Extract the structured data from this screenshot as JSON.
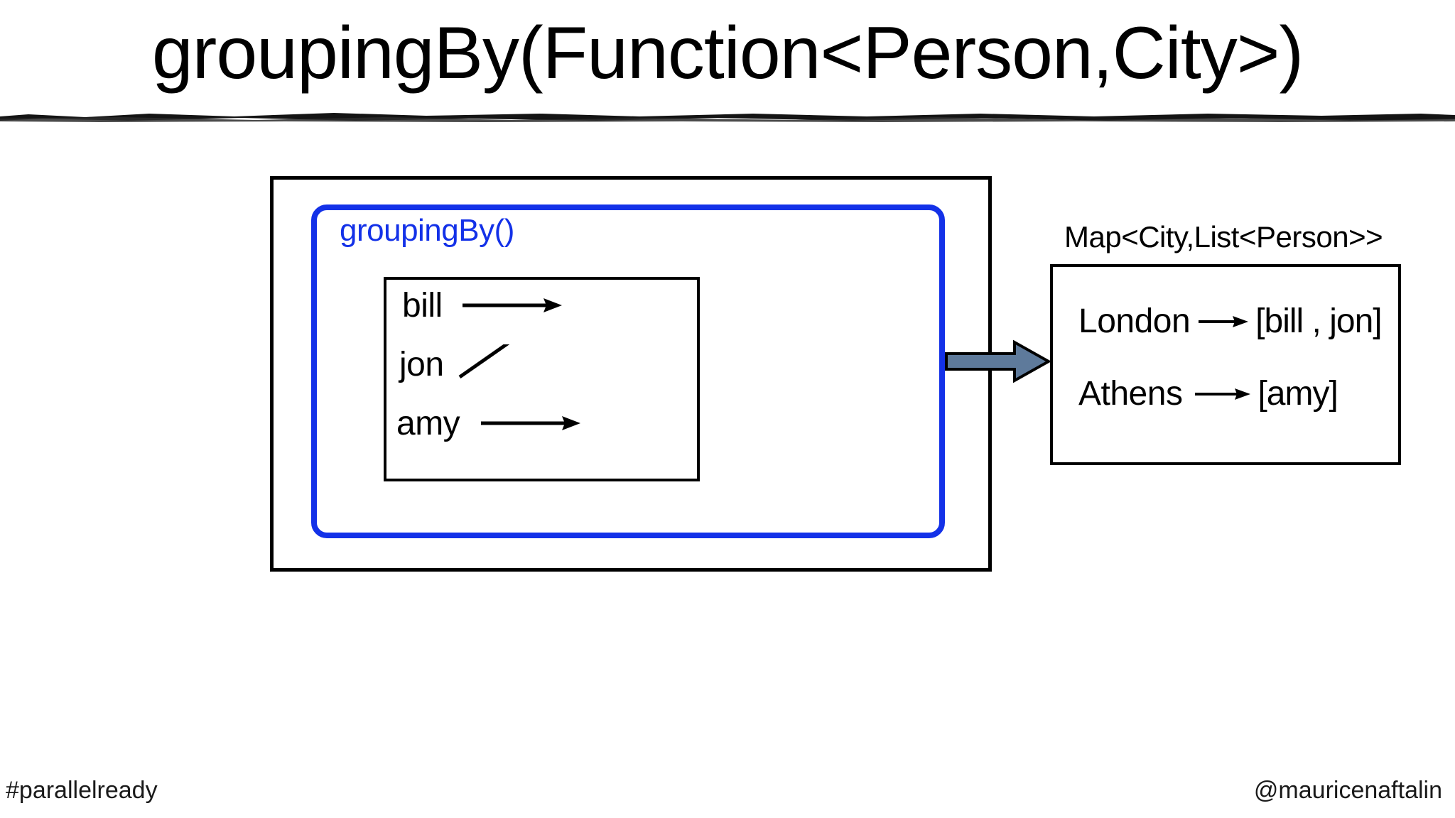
{
  "slide": {
    "title": "groupingBy(Function<Person,City>)",
    "background_color": "#ffffff",
    "accent_blue": "#1331E8",
    "arrow_fill": "#5E7A9B"
  },
  "pipeline": {
    "stage_label": "groupingBy()",
    "stream": {
      "items": [
        {
          "name": "bill",
          "arrow": "right"
        },
        {
          "name": "jon",
          "arrow": "up-right"
        },
        {
          "name": "amy",
          "arrow": "right"
        }
      ]
    }
  },
  "result": {
    "type_label": "Map<City,List<Person>>",
    "entries": [
      {
        "key": "London",
        "arrow": "→",
        "value": "[bill , jon]"
      },
      {
        "key": "Athens",
        "arrow": "→",
        "value": "[amy]"
      }
    ]
  },
  "transition": {
    "icon": "block-arrow-right-icon"
  },
  "footer": {
    "left": "#parallelready",
    "right": "@mauricenaftalin"
  }
}
